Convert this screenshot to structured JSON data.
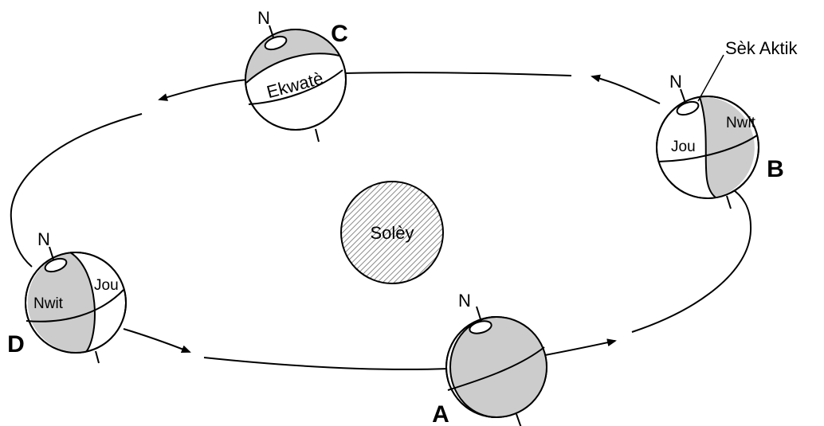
{
  "sun": {
    "label": "Solèy",
    "fill_color": "#cfcfcf"
  },
  "shade_color": "#cccccc",
  "north_label": "N",
  "positions": {
    "A": {
      "label": "A"
    },
    "B": {
      "label": "B",
      "day_label": "Jou",
      "night_label": "Nwit",
      "arctic_label": "Sèk Aktik"
    },
    "C": {
      "label": "C",
      "equator_label": "Ekwatè"
    },
    "D": {
      "label": "D",
      "day_label": "Jou",
      "night_label": "Nwit"
    }
  }
}
